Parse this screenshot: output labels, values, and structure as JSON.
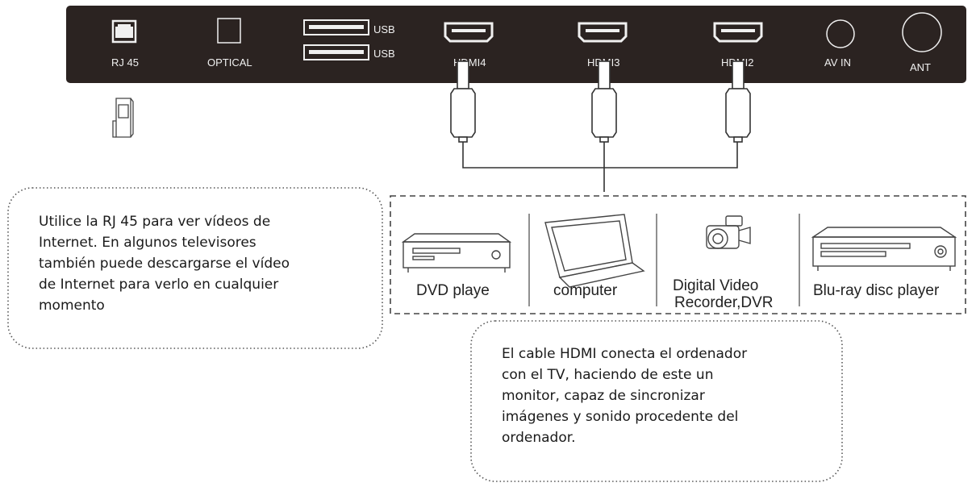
{
  "panel": {
    "ports": [
      {
        "id": "rj45",
        "label": "RJ 45",
        "icon": "ethernet-port-icon"
      },
      {
        "id": "optical",
        "label": "OPTICAL",
        "icon": "optical-port-icon"
      },
      {
        "id": "usb1",
        "label": "USB",
        "icon": "usb-port-icon"
      },
      {
        "id": "usb2",
        "label": "USB",
        "icon": "usb-port-icon"
      },
      {
        "id": "hdmi4",
        "label": "HDMI4",
        "icon": "hdmi-port-icon"
      },
      {
        "id": "hdmi3",
        "label": "HDMI3",
        "icon": "hdmi-port-icon"
      },
      {
        "id": "hdmi2",
        "label": "HDMI2",
        "icon": "hdmi-port-icon"
      },
      {
        "id": "avin",
        "label": "AV IN",
        "icon": "av-jack-icon"
      },
      {
        "id": "ant",
        "label": "ANT",
        "icon": "antenna-jack-icon"
      }
    ],
    "color": "#2b2321"
  },
  "devices": [
    {
      "label": "DVD playe",
      "icon": "dvd-player-icon"
    },
    {
      "label": "computer",
      "icon": "laptop-icon"
    },
    {
      "label_line1": "Digital Video",
      "label_line2": "Recorder,DVR",
      "icon": "camcorder-icon"
    },
    {
      "label": "Blu-ray disc player",
      "icon": "bluray-player-icon"
    }
  ],
  "notes": {
    "rj45": [
      "Utilice la RJ 45 para ver vídeos de",
      "Internet. En algunos televisores",
      "también puede descargarse el vídeo",
      "de Internet para verlo en cualquier",
      "momento"
    ],
    "hdmi": [
      "El cable HDMI conecta el ordenador",
      "con el TV, haciendo de este un",
      "monitor, capaz de sincronizar",
      "imágenes y sonido procedente del",
      "ordenador."
    ]
  }
}
